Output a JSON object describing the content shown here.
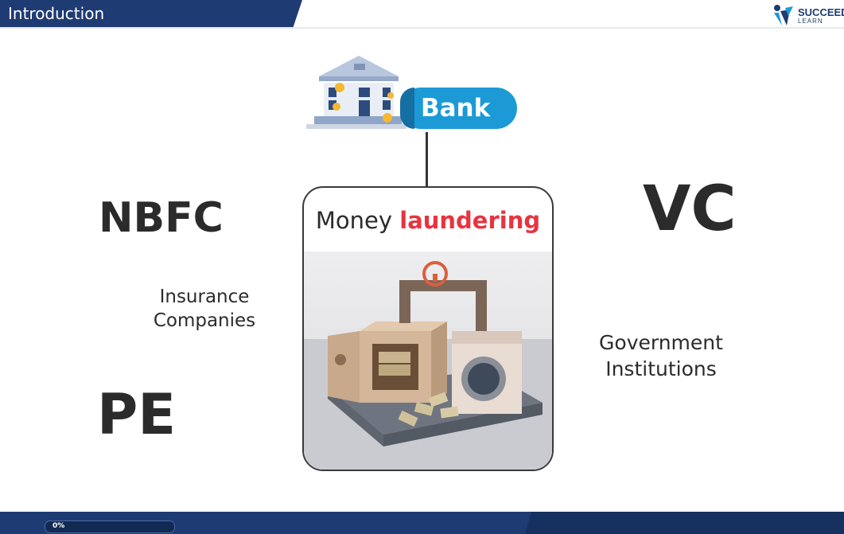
{
  "header": {
    "title": "Introduction"
  },
  "logo": {
    "name": "SUCCEED",
    "sub": "LEARN"
  },
  "bank": {
    "label": "Bank",
    "icon": "bank-building-icon"
  },
  "card": {
    "title_prefix": "Money",
    "title_keyword": "laundering",
    "image_icon": "money-laundering-illustration"
  },
  "entities": {
    "nbfc": "NBFC",
    "insurance_line1": "Insurance",
    "insurance_line2": "Companies",
    "pe": "PE",
    "vc": "VC",
    "government_line1": "Government",
    "government_line2": "Institutions"
  },
  "footer": {
    "progress_text": "0%",
    "progress_value": 0
  },
  "colors": {
    "brand_navy": "#1f3b73",
    "bank_blue": "#1b9ad6",
    "keyword_red": "#e8343f"
  }
}
